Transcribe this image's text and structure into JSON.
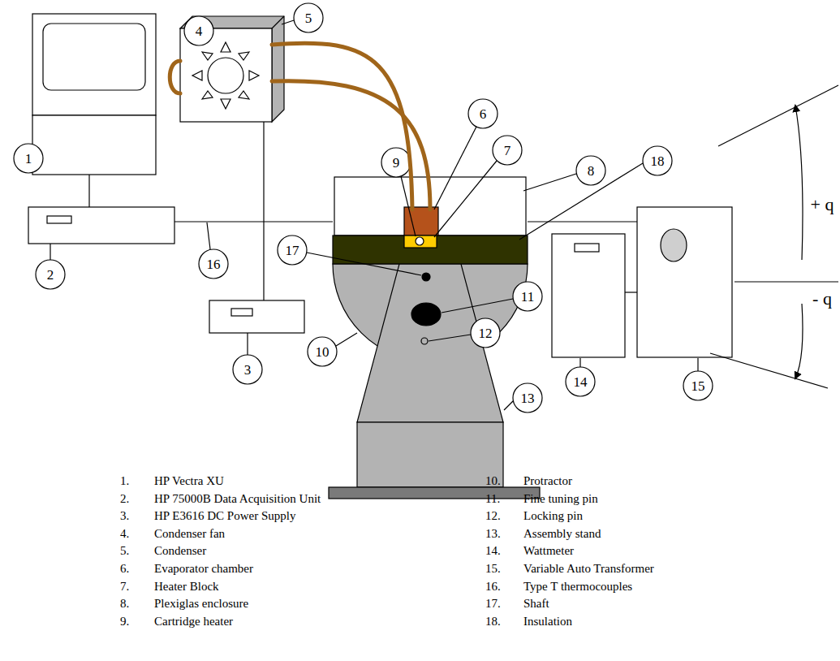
{
  "diagram": {
    "labels": [
      "1",
      "2",
      "3",
      "4",
      "5",
      "6",
      "7",
      "8",
      "9",
      "10",
      "11",
      "12",
      "13",
      "14",
      "15",
      "16",
      "17",
      "18",
      "+ q",
      "- q",
      "1.",
      "HP Vectra XU",
      "2.",
      "HP 75000B Data Acquisition Unit",
      "3.",
      "HP E3616 DC Power Supply",
      "4.",
      "Condenser fan",
      "5.",
      "Condenser",
      "6.",
      "Evaporator chamber",
      "7.",
      "Heater Block",
      "8.",
      "Plexiglas enclosure",
      "9.",
      "Cartridge heater",
      "10.",
      "Protractor",
      "11.",
      "Fine tuning pin",
      "12.",
      "Locking pin",
      "13.",
      "Assembly stand",
      "14.",
      "Wattmeter",
      "15.",
      "Variable Auto Transformer",
      "16.",
      "Type T thermocouples",
      "17.",
      "Shaft",
      "18.",
      "Insulation"
    ]
  }
}
